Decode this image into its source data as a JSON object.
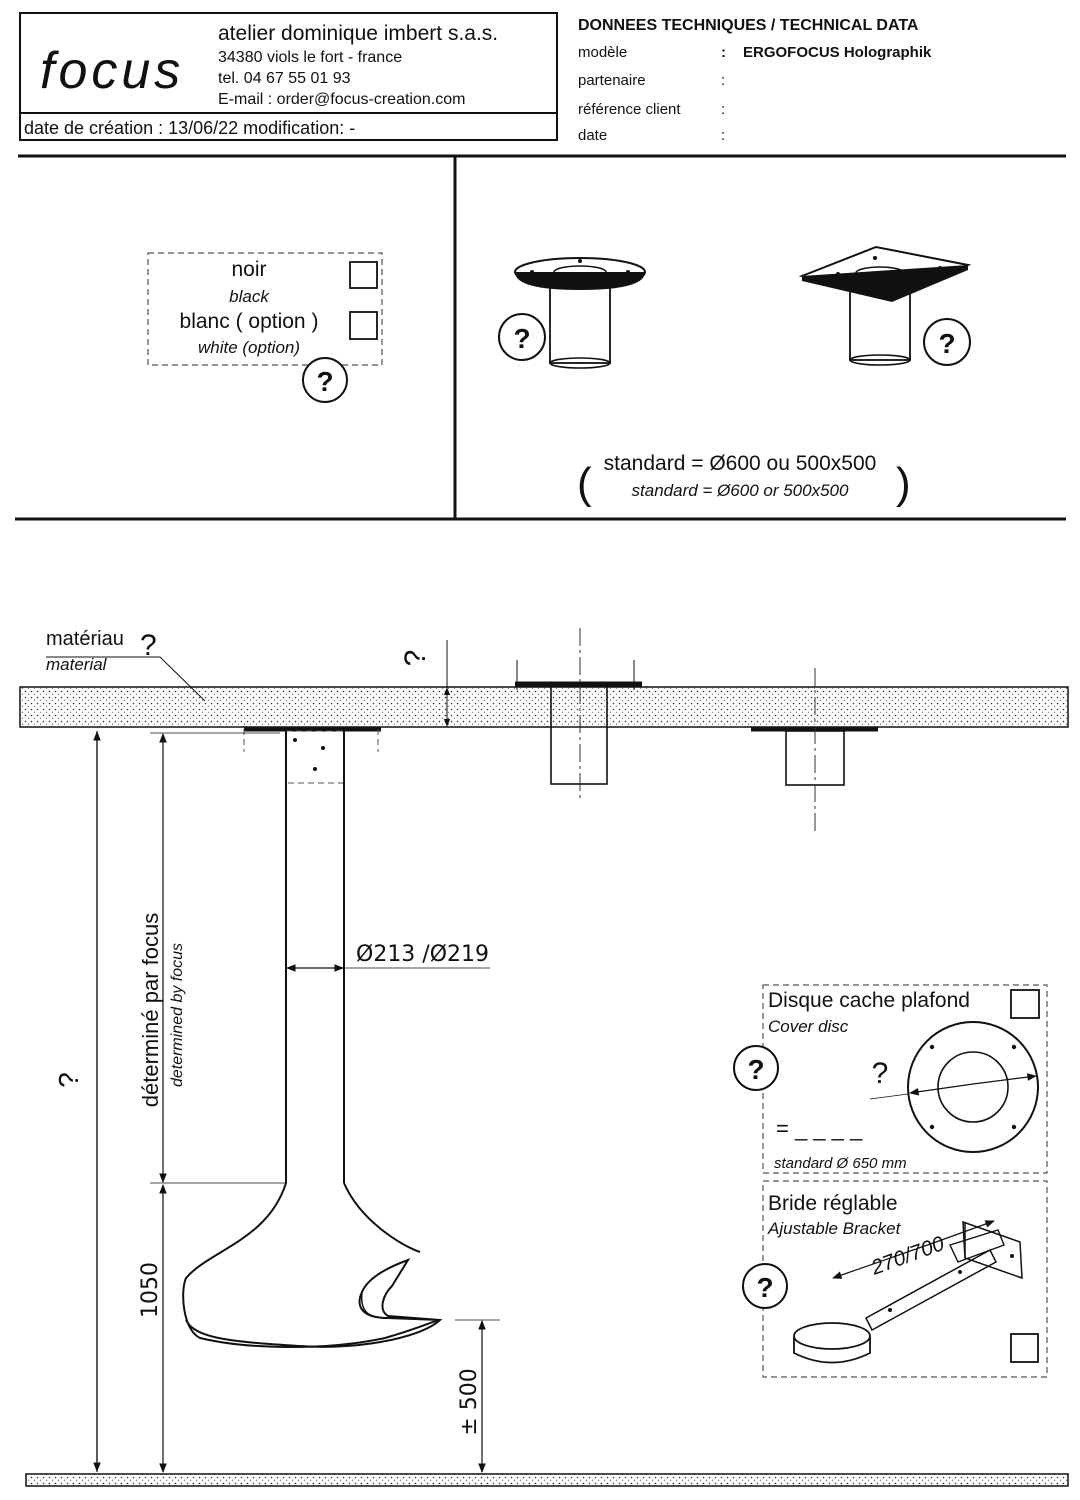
{
  "header": {
    "logo_text": "focus",
    "company": "atelier dominique imbert s.a.s.",
    "address": "34380 viols le fort  -   france",
    "phone": "tel. 04 67 55 01 93",
    "email": "E-mail : order@focus-creation.com",
    "dates": "date de création : 13/06/22  modification: -"
  },
  "technical_data": {
    "title": "DONNEES TECHNIQUES / TECHNICAL DATA",
    "rows": [
      {
        "label": "modèle",
        "sep": ":",
        "value": "ERGOFOCUS Holographik"
      },
      {
        "label": "partenaire",
        "sep": ":",
        "value": ""
      },
      {
        "label": "référence client",
        "sep": ":",
        "value": ""
      },
      {
        "label": "date",
        "sep": ":",
        "value": ""
      }
    ]
  },
  "color_options": {
    "black_fr": "noir",
    "black_en": "black",
    "white_fr": "blanc ( option )",
    "white_en": "white (option)"
  },
  "plates": {
    "standard_fr": "standard = Ø600 ou 500x500",
    "standard_en": "standard = Ø600 or 500x500"
  },
  "question_mark": "?",
  "drawing": {
    "material_fr": "matériau",
    "material_en": "material",
    "determined_fr": "déterminé par focus",
    "determined_en": "determined by focus",
    "diameter": "Ø213 /Ø219",
    "height_hood": "1050",
    "height_floor": "± 500"
  },
  "cover_disc": {
    "title_fr": "Disque cache plafond",
    "title_en": "Cover disc",
    "equals": "= _ _ _ _",
    "standard": "standard Ø 650 mm"
  },
  "bracket": {
    "title_fr": "Bride réglable",
    "title_en": "Ajustable Bracket",
    "range": "270/700"
  }
}
